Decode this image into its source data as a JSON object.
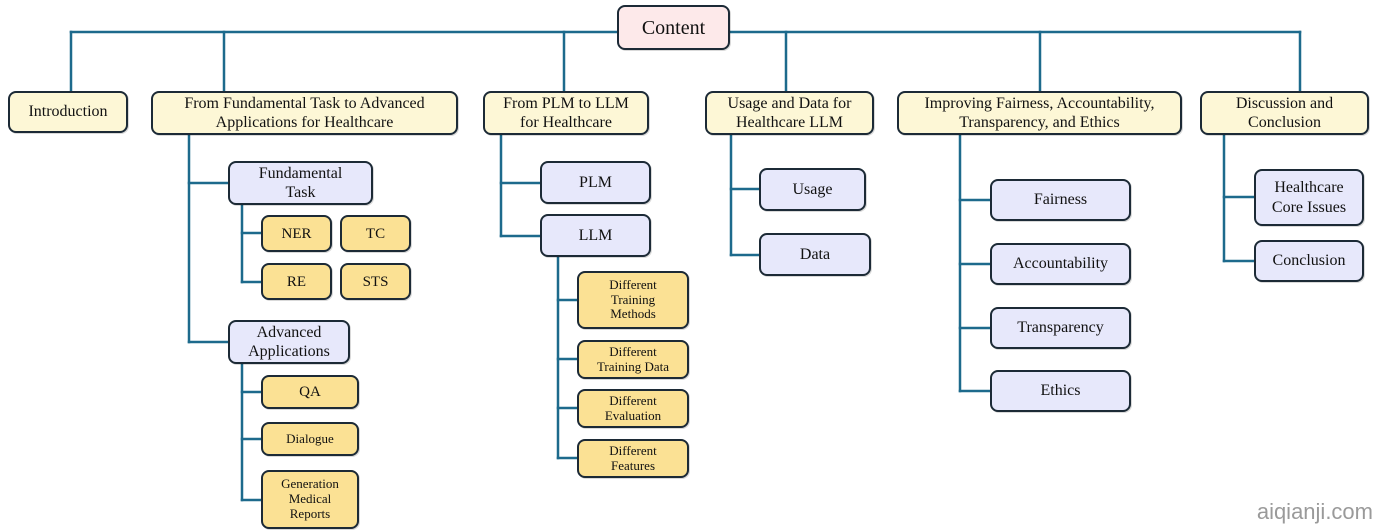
{
  "diagram": {
    "root": "Content",
    "line_color": "#1d6a8c",
    "colors": {
      "root_fill": "#fde9ea",
      "section_fill": "#fdf7d6",
      "subsection_fill": "#e7e8fb",
      "leaf_fill": "#fbe194",
      "border": "#1c2a36"
    },
    "sections": [
      {
        "label": "Introduction",
        "children": []
      },
      {
        "label": "From Fundamental Task to Advanced\nApplications for Healthcare",
        "children": [
          {
            "label": "Fundamental\nTask",
            "children": [
              "NER",
              "TC",
              "RE",
              "STS"
            ]
          },
          {
            "label": "Advanced\nApplications",
            "children": [
              "QA",
              "Dialogue",
              "Generation\nMedical\nReports"
            ]
          }
        ]
      },
      {
        "label": "From PLM to LLM\nfor Healthcare",
        "children": [
          {
            "label": "PLM",
            "children": []
          },
          {
            "label": "LLM",
            "children": [
              "Different\nTraining\nMethods",
              "Different\nTraining Data",
              "Different\nEvaluation",
              "Different\nFeatures"
            ]
          }
        ]
      },
      {
        "label": "Usage and Data for\nHealthcare LLM",
        "children": [
          {
            "label": "Usage",
            "children": []
          },
          {
            "label": "Data",
            "children": []
          }
        ]
      },
      {
        "label": "Improving Fairness, Accountability,\nTransparency, and Ethics",
        "children": [
          {
            "label": "Fairness",
            "children": []
          },
          {
            "label": "Accountability",
            "children": []
          },
          {
            "label": "Transparency",
            "children": []
          },
          {
            "label": "Ethics",
            "children": []
          }
        ]
      },
      {
        "label": "Discussion and\nConclusion",
        "children": [
          {
            "label": "Healthcare\nCore Issues",
            "children": []
          },
          {
            "label": "Conclusion",
            "children": []
          }
        ]
      }
    ]
  },
  "watermark": "aiqianji.com"
}
